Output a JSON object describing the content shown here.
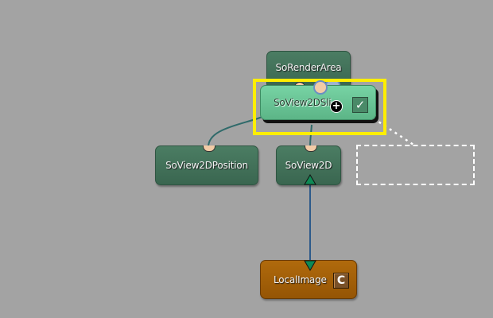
{
  "nodes": {
    "render_area": {
      "label": "SoRenderArea"
    },
    "slice": {
      "label": "SoView2DSlice",
      "label_visible": "SoView2DSli",
      "selected": true,
      "checkbox_checked": true
    },
    "position": {
      "label": "SoView2DPosition"
    },
    "view2d": {
      "label": "SoView2D"
    },
    "local_image": {
      "label": "LocalImage"
    }
  },
  "icons": {
    "checkbox": "✓",
    "refresh": "C",
    "cursor_plus": "+"
  },
  "colors": {
    "background": "#a3a3a3",
    "selection": "#ffee00",
    "node_dark": "#3f6d56",
    "node_light": "#6cc898",
    "node_orange": "#a15f08",
    "wire": "#2f6a6a",
    "image_wire": "#2d5a8a",
    "port": "#f2cba6",
    "arrow": "#0e8a55"
  },
  "connections": [
    {
      "from": "slice",
      "to": "position"
    },
    {
      "from": "slice",
      "to": "view2d"
    },
    {
      "from": "local_image",
      "to": "view2d"
    },
    {
      "from": "slice",
      "to": "render_area"
    }
  ]
}
